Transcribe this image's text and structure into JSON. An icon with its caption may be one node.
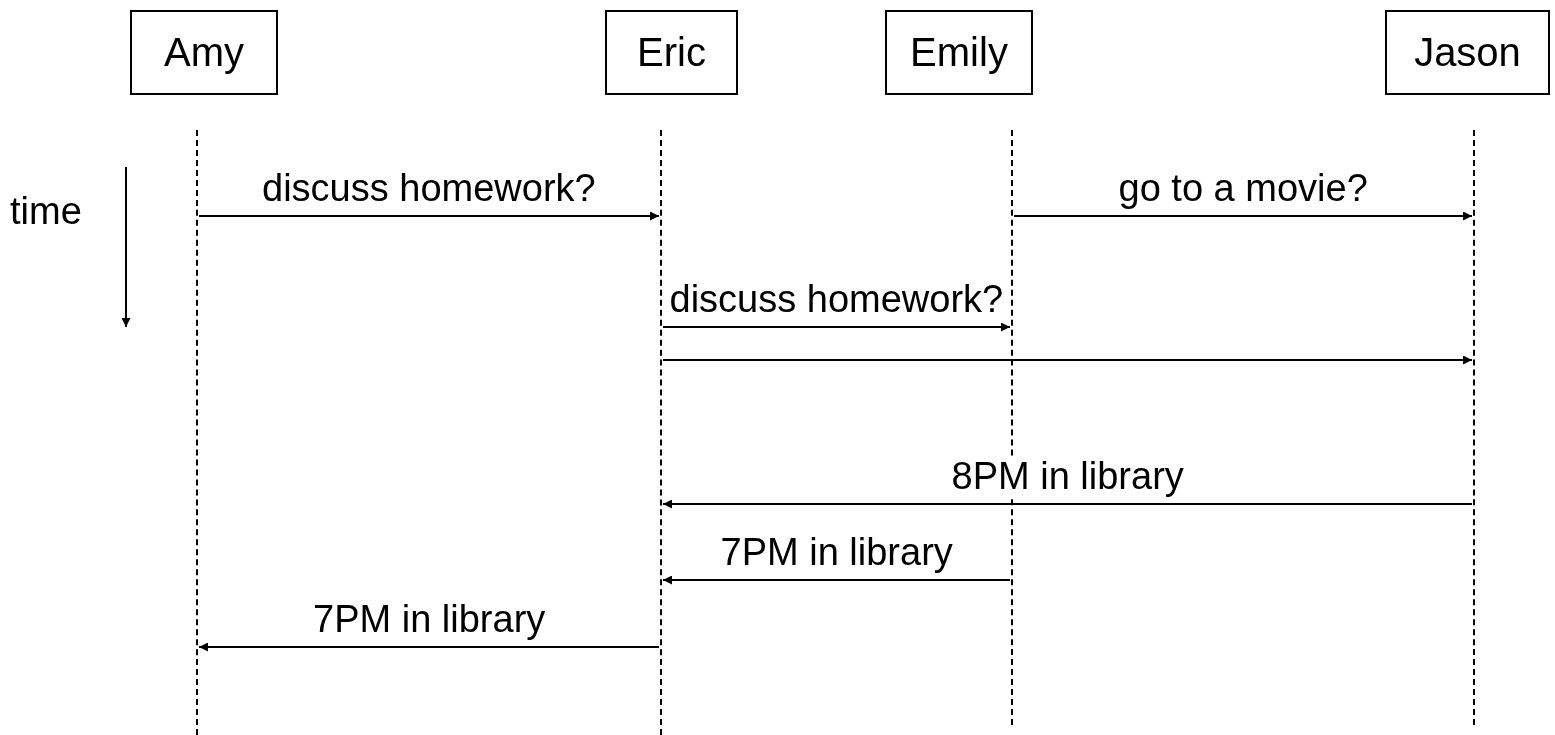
{
  "diagram": {
    "nodes": [
      {
        "text": [
          "Amy"
        ]
      },
      {
        "text": [
          "Eric"
        ]
      },
      {
        "text": [
          "Emily"
        ]
      },
      {
        "text": [
          "Jason"
        ]
      },
      {
        "text": [],
        "shape": "line"
      },
      {
        "text": [],
        "shape": "line"
      },
      {
        "text": [],
        "shape": "line"
      },
      {
        "text": [],
        "shape": "line"
      }
    ],
    "edges": [
      {
        "from": 4,
        "to": 5,
        "arrow": "to",
        "label": "discuss homework?"
      },
      {
        "from": 6,
        "to": 7,
        "arrow": "to",
        "label": "go to a movie?"
      },
      {
        "from": 5,
        "to": 6,
        "arrow": "to",
        "label": "discuss homework?"
      },
      {
        "from": 5,
        "to": 7,
        "arrow": "to"
      },
      {
        "from": 7,
        "to": 5,
        "arrow": "to",
        "label": "8PM in library"
      },
      {
        "from": 6,
        "to": 5,
        "arrow": "to",
        "label": "7PM in library"
      },
      {
        "from": 5,
        "to": 4,
        "arrow": "to",
        "label": "7PM in library"
      }
    ],
    "labels": [
      "time"
    ]
  }
}
